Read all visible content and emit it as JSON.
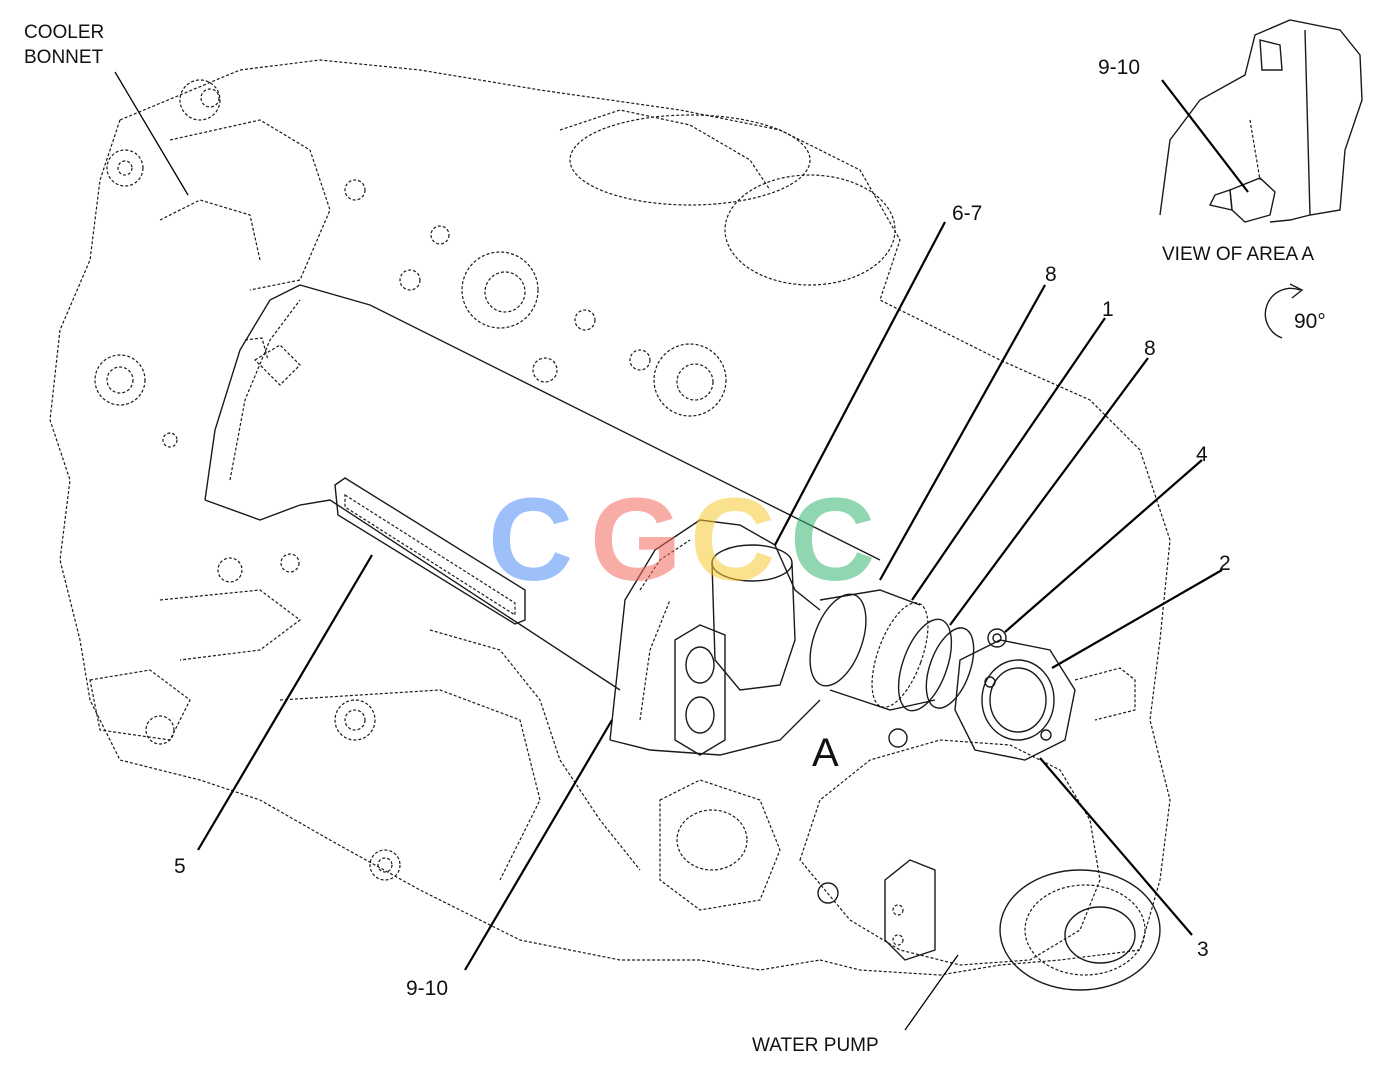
{
  "labels": {
    "cooler_bonnet_line1": "COOLER",
    "cooler_bonnet_line2": "BONNET",
    "part_6_7": "6-7",
    "part_8_upper": "8",
    "part_1": "1",
    "part_8_lower": "8",
    "part_4": "4",
    "part_2": "2",
    "part_3": "3",
    "part_5": "5",
    "part_9_10_main": "9-10",
    "part_9_10_inset": "9-10",
    "area_marker": "A",
    "water_pump": "WATER PUMP",
    "view_title": "VIEW OF AREA  A",
    "rotation": "90°"
  },
  "watermark": {
    "letters": [
      "C",
      "G",
      "C",
      "C"
    ],
    "colors": [
      "#4f8ef7",
      "#f26a5c",
      "#f7c933",
      "#35b573"
    ]
  },
  "colors": {
    "line": "#1a1a1a",
    "background": "#ffffff"
  }
}
